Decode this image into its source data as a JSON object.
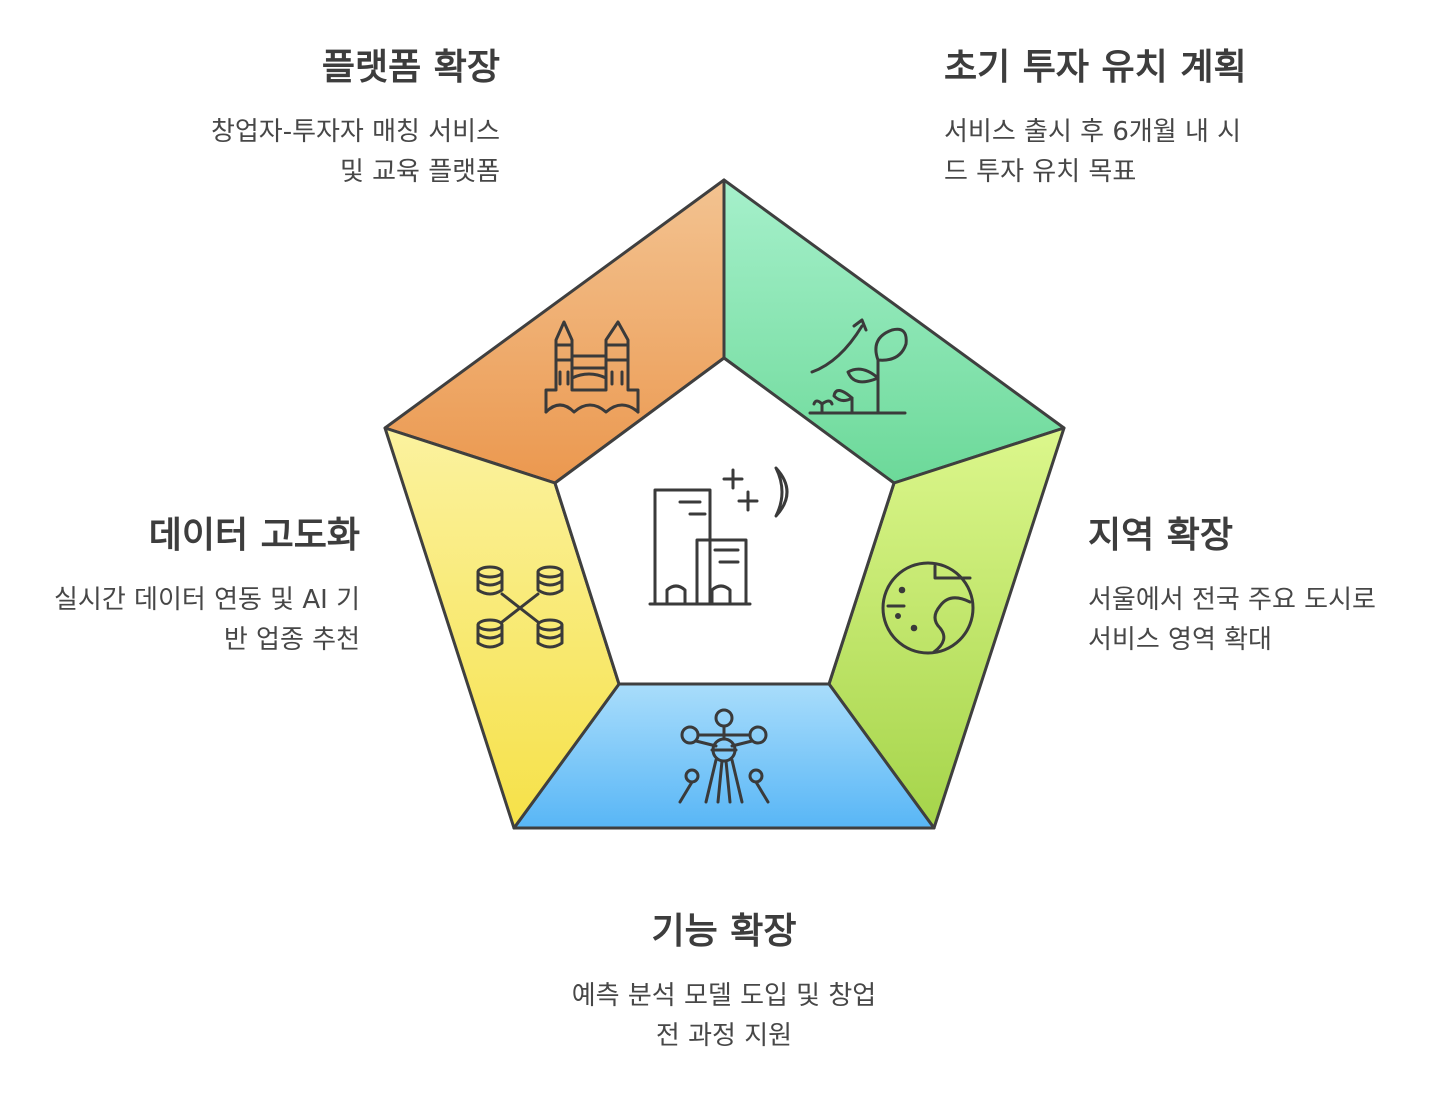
{
  "sections": {
    "platform": {
      "title": "플랫폼 확장",
      "desc_line1": "창업자-투자자 매칭 서비스",
      "desc_line2": "및 교육 플랫폼",
      "icon": "bridge-icon",
      "color_top": "#f2c08e",
      "color_bottom": "#ec9a52"
    },
    "investment": {
      "title": "초기 투자 유치 계획",
      "desc_line1": "서비스 출시 후 6개월 내 시",
      "desc_line2": "드 투자 유치 목표",
      "icon": "growing-plant-icon",
      "color_top": "#a3efc9",
      "color_bottom": "#6dda9a"
    },
    "region": {
      "title": "지역 확장",
      "desc_line1": "서울에서 전국 주요 도시로",
      "desc_line2": "서비스 영역 확대",
      "icon": "globe-map-icon",
      "color_top": "#d9f58a",
      "color_bottom": "#a8d64e"
    },
    "feature": {
      "title": "기능 확장",
      "desc_line1": "예측 분석 모델 도입 및 창업",
      "desc_line2": "전 과정 지원",
      "icon": "atom-structure-icon",
      "color_top": "#a7dcfb",
      "color_bottom": "#5bb8f7"
    },
    "data": {
      "title": "데이터 고도화",
      "desc_line1": "실시간 데이터 연동 및 AI 기",
      "desc_line2": "반 업종 추천",
      "icon": "database-network-icon",
      "color_top": "#faf09a",
      "color_bottom": "#f7e34e"
    }
  },
  "center": {
    "icon": "city-night-icon"
  },
  "outline_color": "#3f3f3f"
}
